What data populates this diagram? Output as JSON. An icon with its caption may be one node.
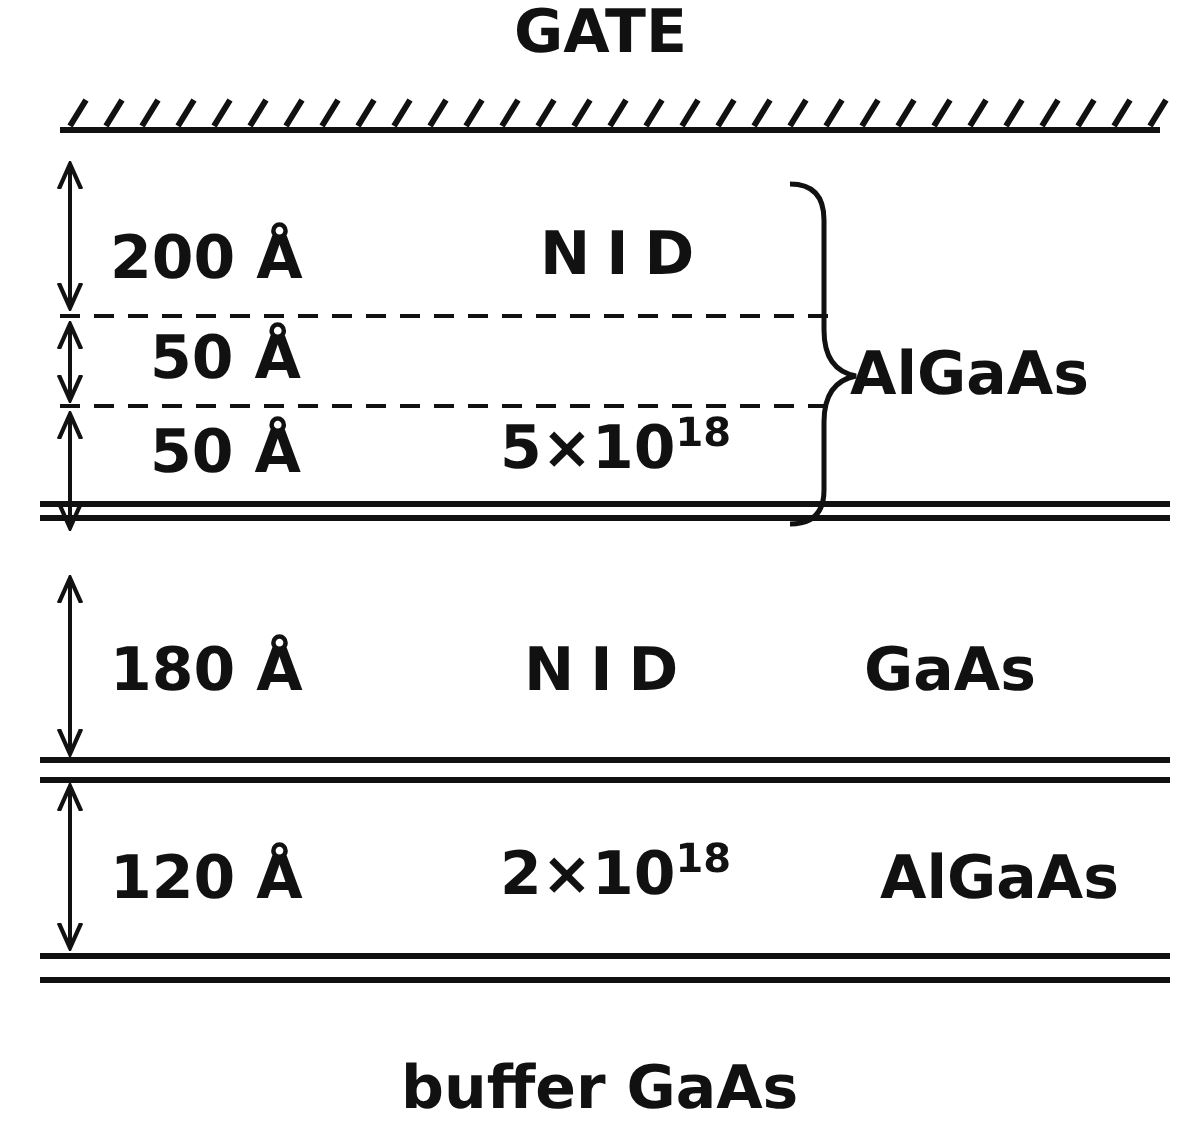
{
  "diagram": {
    "labels": [
      "GATE",
      "200 Å",
      "NID",
      "50 Å",
      "AlGaAs",
      "50 Å",
      "5×10$^{18}$",
      "180 Å",
      "NID",
      "GaAs",
      "120 Å",
      "2×10$^{18}$",
      "AlGaAs",
      "buffer GaAs"
    ]
  }
}
